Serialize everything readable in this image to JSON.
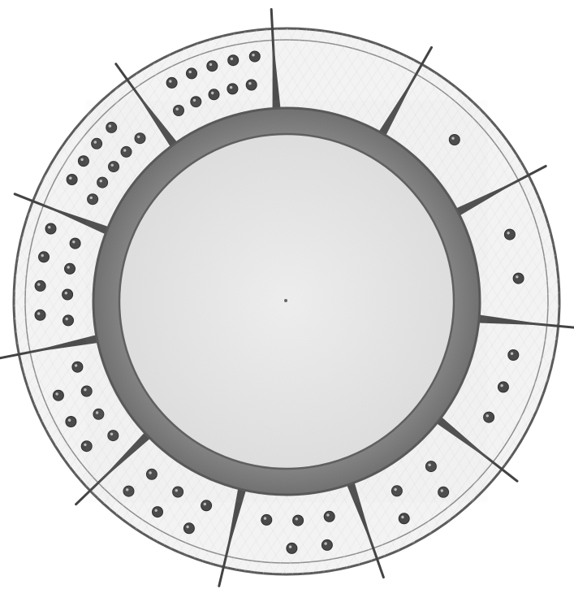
{
  "artwork": {
    "subject": "",
    "medium": "pencil-drawing",
    "segment_count": 11,
    "segment_dot_counts": [
      0,
      1,
      2,
      3,
      4,
      5,
      6,
      7,
      8,
      9,
      10
    ],
    "colors": {
      "background": "#ffffff",
      "rim": "#efefef",
      "inner_ring": "#8f8f8f",
      "center": "#e8e8e8",
      "line": "#434343",
      "dot": "#4a4a4a"
    }
  }
}
